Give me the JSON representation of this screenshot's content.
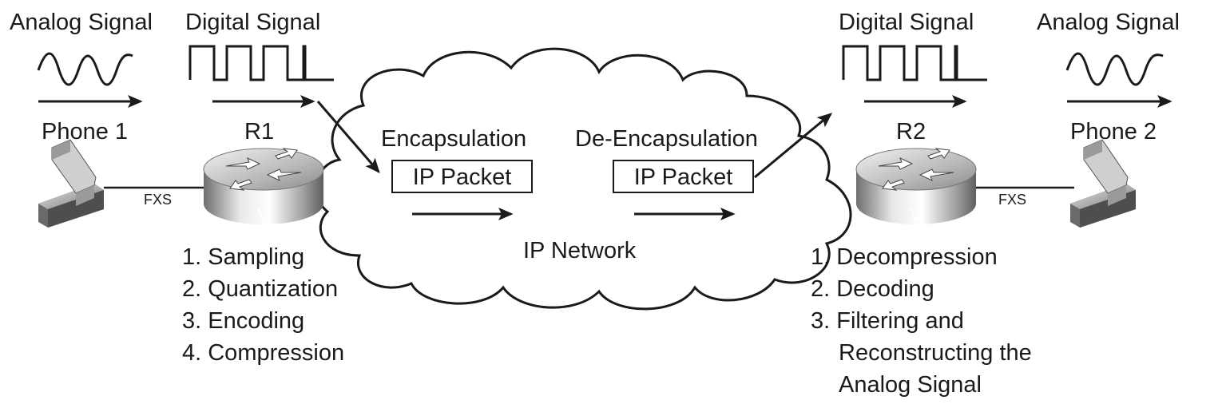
{
  "left_analog_label": "Analog Signal",
  "left_digital_label": "Digital Signal",
  "right_digital_label": "Digital Signal",
  "right_analog_label": "Analog Signal",
  "phone1_label": "Phone 1",
  "phone2_label": "Phone 2",
  "r1_label": "R1",
  "r2_label": "R2",
  "router_badge": "V",
  "fxs_left": "FXS",
  "fxs_right": "FXS",
  "encapsulation_label": "Encapsulation",
  "deencapsulation_label": "De-Encapsulation",
  "packet_left": "IP Packet",
  "packet_right": "IP Packet",
  "network_label": "IP Network",
  "r1_steps": [
    "1. Sampling",
    "2. Quantization",
    "3. Encoding",
    "4. Compression"
  ],
  "r2_steps": [
    "1. Decompression",
    "2. Decoding",
    "3. Filtering and",
    "Reconstructing the",
    "Analog Signal"
  ]
}
